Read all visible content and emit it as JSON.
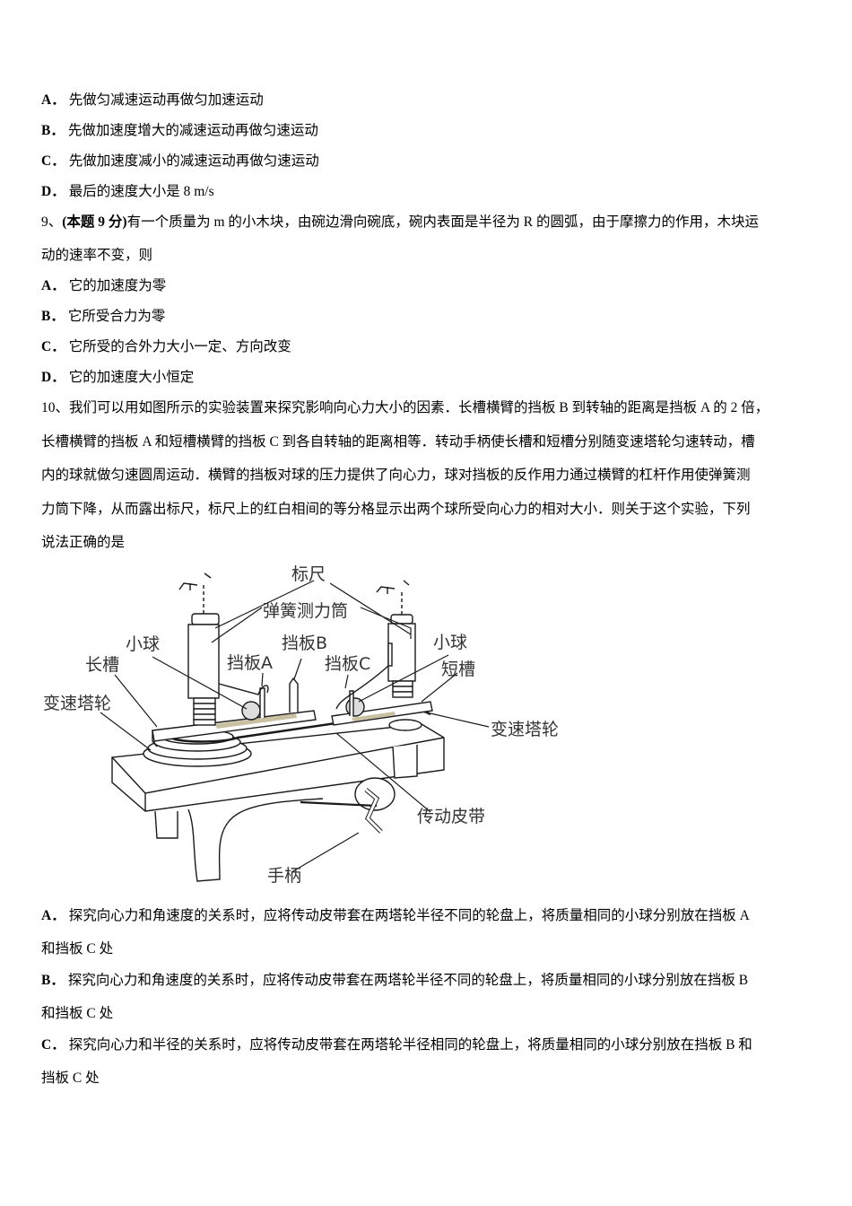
{
  "q8_options": [
    {
      "key": "A．",
      "text": "先做匀减速运动再做匀加速运动"
    },
    {
      "key": "B．",
      "text": "先做加速度增大的减速运动再做匀速运动"
    },
    {
      "key": "C．",
      "text": "先做加速度减小的减速运动再做匀速运动"
    },
    {
      "key": "D．",
      "text": "最后的速度大小是 8 m/s"
    }
  ],
  "q9": {
    "number": "9、",
    "score": "(本题 9 分)",
    "stem_line1": "有一个质量为 m 的小木块，由碗边滑向碗底，碗内表面是半径为 R 的圆弧，由于摩擦力的作用，木块运",
    "stem_line2": "动的速率不变，则",
    "options": [
      {
        "key": "A．",
        "text": "它的加速度为零"
      },
      {
        "key": "B．",
        "text": "它所受合力为零"
      },
      {
        "key": "C．",
        "text": "它所受的合外力大小一定、方向改变"
      },
      {
        "key": "D．",
        "text": "它的加速度大小恒定"
      }
    ]
  },
  "q10": {
    "number": "10、",
    "stem_lines": [
      "我们可以用如图所示的实验装置来探究影响向心力大小的因素．长槽横臂的挡板 B 到转轴的距离是挡板 A 的 2 倍，",
      "长槽横臂的挡板 A 和短槽横臂的挡板 C 到各自转轴的距离相等．转动手柄使长槽和短槽分别随变速塔轮匀速转动，槽",
      "内的球就做匀速圆周运动．横臂的挡板对球的压力提供了向心力，球对挡板的反作用力通过横臂的杠杆作用使弹簧测",
      "力筒下降，从而露出标尺，标尺上的红白相间的等分格显示出两个球所受向心力的相对大小．则关于这个实验，下列",
      "说法正确的是"
    ],
    "figure_labels": {
      "ruler": "标尺",
      "spring_cylinder": "弹簧测力筒",
      "ball_left": "小球",
      "ball_right": "小球",
      "baffle_a": "挡板A",
      "baffle_b": "挡板B",
      "baffle_c": "挡板C",
      "long_slot": "长槽",
      "short_slot": "短槽",
      "tower_wheel_left": "变速塔轮",
      "tower_wheel_right": "变速塔轮",
      "belt": "传动皮带",
      "handle": "手柄"
    },
    "options": [
      {
        "key": "A．",
        "line1": "探究向心力和角速度的关系时，应将传动皮带套在两塔轮半径不同的轮盘上，将质量相同的小球分别放在挡板 A",
        "line2": "和挡板 C 处"
      },
      {
        "key": "B．",
        "line1": "探究向心力和角速度的关系时，应将传动皮带套在两塔轮半径不同的轮盘上，将质量相同的小球分别放在挡板 B",
        "line2": "和挡板 C 处"
      },
      {
        "key": "C．",
        "line1": "探究向心力和半径的关系时，应将传动皮带套在两塔轮半径相同的轮盘上，将质量相同的小球分别放在挡板 B 和",
        "line2": "挡板 C 处"
      }
    ]
  },
  "colors": {
    "slot_strip": "#c9c0a2",
    "line": "#1a1a1a",
    "label": "#333333"
  }
}
